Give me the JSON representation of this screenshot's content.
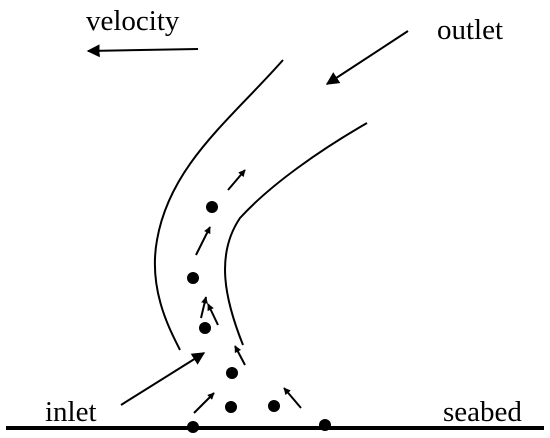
{
  "labels": {
    "velocity": "velocity",
    "outlet": "outlet",
    "inlet": "inlet",
    "seabed": "seabed"
  },
  "colors": {
    "ink": "#000000",
    "background": "#ffffff"
  }
}
